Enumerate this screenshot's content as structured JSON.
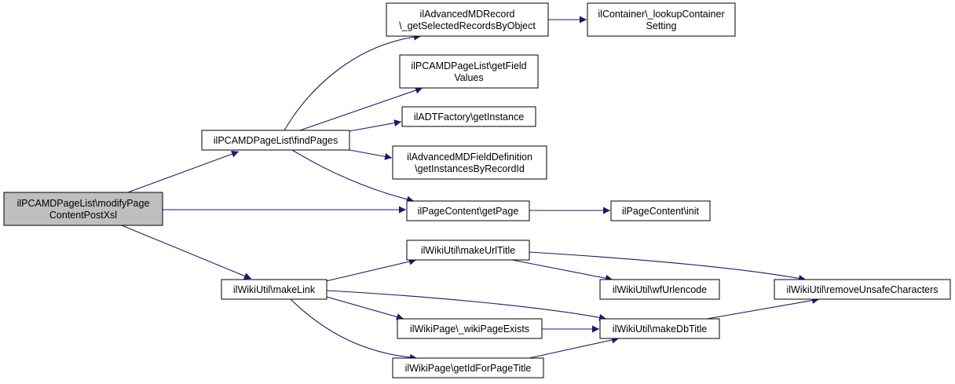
{
  "graph": {
    "type": "call-graph",
    "edge_color": "#191970",
    "root_fill": "#bfbfbf",
    "nodes": [
      {
        "id": "root",
        "lines": [
          "ilPCAMDPageList\\modifyPage",
          "ContentPostXsl"
        ],
        "root": true
      },
      {
        "id": "findPages",
        "lines": [
          "ilPCAMDPageList\\findPages"
        ]
      },
      {
        "id": "makeLink",
        "lines": [
          "ilWikiUtil\\makeLink"
        ]
      },
      {
        "id": "getSelectedRecordsByObject",
        "lines": [
          "ilAdvancedMDRecord",
          "\\_getSelectedRecordsByObject"
        ]
      },
      {
        "id": "lookupContainerSetting",
        "lines": [
          "ilContainer\\_lookupContainer",
          "Setting"
        ]
      },
      {
        "id": "getFieldValues",
        "lines": [
          "ilPCAMDPageList\\getField",
          "Values"
        ]
      },
      {
        "id": "getInstance",
        "lines": [
          "ilADTFactory\\getInstance"
        ]
      },
      {
        "id": "getInstancesByRecordId",
        "lines": [
          "ilAdvancedMDFieldDefinition",
          "\\getInstancesByRecordId"
        ]
      },
      {
        "id": "getPage",
        "lines": [
          "ilPageContent\\getPage"
        ]
      },
      {
        "id": "init",
        "lines": [
          "ilPageContent\\init"
        ]
      },
      {
        "id": "makeUrlTitle",
        "lines": [
          "ilWikiUtil\\makeUrlTitle"
        ]
      },
      {
        "id": "wfUrlencode",
        "lines": [
          "ilWikiUtil\\wfUrlencode"
        ]
      },
      {
        "id": "removeUnsafeCharacters",
        "lines": [
          "ilWikiUtil\\removeUnsafeCharacters"
        ]
      },
      {
        "id": "wikiPageExists",
        "lines": [
          "ilWikiPage\\_wikiPageExists"
        ]
      },
      {
        "id": "makeDbTitle",
        "lines": [
          "ilWikiUtil\\makeDbTitle"
        ]
      },
      {
        "id": "getIdForPageTitle",
        "lines": [
          "ilWikiPage\\getIdForPageTitle"
        ]
      }
    ],
    "edges": [
      {
        "from": "root",
        "to": "findPages"
      },
      {
        "from": "root",
        "to": "getPage"
      },
      {
        "from": "root",
        "to": "makeLink"
      },
      {
        "from": "findPages",
        "to": "getSelectedRecordsByObject"
      },
      {
        "from": "findPages",
        "to": "getFieldValues"
      },
      {
        "from": "findPages",
        "to": "getInstance"
      },
      {
        "from": "findPages",
        "to": "getInstancesByRecordId"
      },
      {
        "from": "findPages",
        "to": "getPage"
      },
      {
        "from": "getSelectedRecordsByObject",
        "to": "lookupContainerSetting"
      },
      {
        "from": "getPage",
        "to": "init"
      },
      {
        "from": "makeLink",
        "to": "makeUrlTitle"
      },
      {
        "from": "makeLink",
        "to": "wikiPageExists"
      },
      {
        "from": "makeLink",
        "to": "makeDbTitle"
      },
      {
        "from": "makeLink",
        "to": "getIdForPageTitle"
      },
      {
        "from": "makeUrlTitle",
        "to": "wfUrlencode"
      },
      {
        "from": "makeUrlTitle",
        "to": "removeUnsafeCharacters"
      },
      {
        "from": "wikiPageExists",
        "to": "makeDbTitle"
      },
      {
        "from": "getIdForPageTitle",
        "to": "makeDbTitle"
      },
      {
        "from": "makeDbTitle",
        "to": "removeUnsafeCharacters"
      }
    ]
  }
}
